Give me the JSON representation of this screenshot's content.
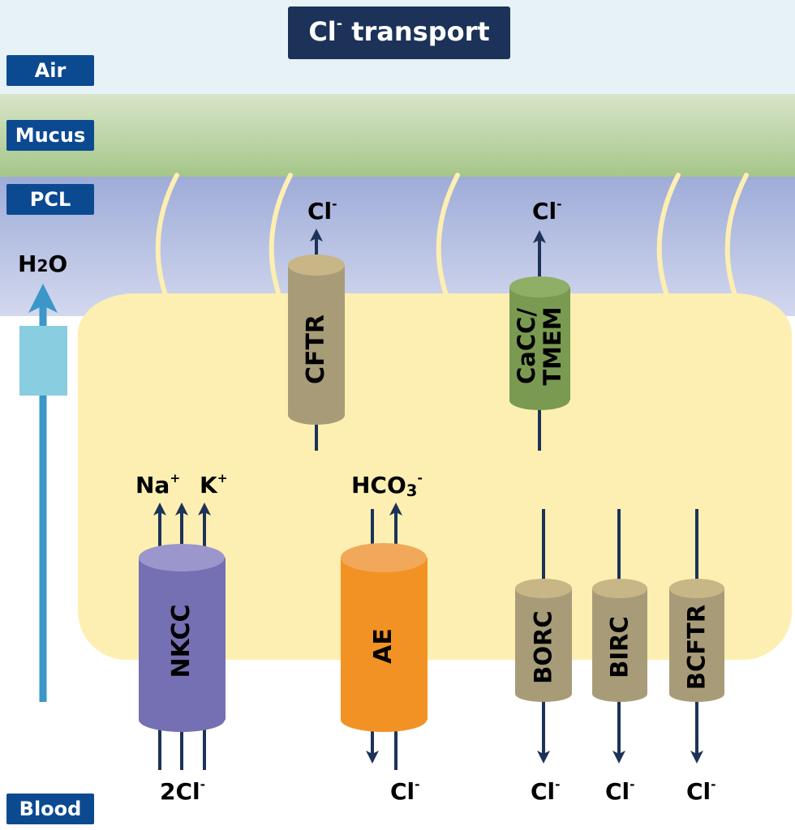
{
  "title": {
    "text": "Cl",
    "superscript": "-",
    "suffix": " transport"
  },
  "zones": {
    "air": "Air",
    "mucus": "Mucus",
    "pcl": "PCL",
    "blood": "Blood"
  },
  "water": {
    "label_main": "H",
    "label_sub": "2",
    "label_end": "O",
    "direction": "up"
  },
  "apical_channels": [
    {
      "name": "CFTR",
      "ion": "Cl",
      "charge": "-",
      "direction": "out",
      "color": "#a89c78"
    },
    {
      "name_line1": "CaCC/",
      "name_line2": "TMEM",
      "ion": "Cl",
      "charge": "-",
      "direction": "out",
      "color": "#7a9a52"
    }
  ],
  "basolateral_transporters": [
    {
      "name": "NKCC",
      "color": "#7570b3",
      "ions_top": [
        {
          "ion": "Na",
          "charge": "+"
        },
        {
          "ion": "K",
          "charge": "+"
        }
      ],
      "ion_bottom": {
        "prefix": "2",
        "ion": "Cl",
        "charge": "-"
      }
    },
    {
      "name": "AE",
      "color": "#f39224",
      "ion_top": {
        "ion": "HCO",
        "sub": "3",
        "charge": "-"
      },
      "ion_bottom": {
        "ion": "Cl",
        "charge": "-"
      }
    },
    {
      "name": "BORC",
      "color": "#a89c78",
      "ion_bottom": {
        "ion": "Cl",
        "charge": "-"
      }
    },
    {
      "name": "BIRC",
      "color": "#a89c78",
      "ion_bottom": {
        "ion": "Cl",
        "charge": "-"
      }
    },
    {
      "name": "BCFTR",
      "color": "#a89c78",
      "ion_bottom": {
        "ion": "Cl",
        "charge": "-"
      }
    }
  ],
  "colors": {
    "title_bg": "#1c3258",
    "zone_label_bg": "#0b4a91",
    "arrow": "#1c3258",
    "water_arrow": "#3a97c7",
    "water_channel": "#88cde0",
    "cilia": "#fcefb1",
    "cell": "#fcefb1"
  }
}
